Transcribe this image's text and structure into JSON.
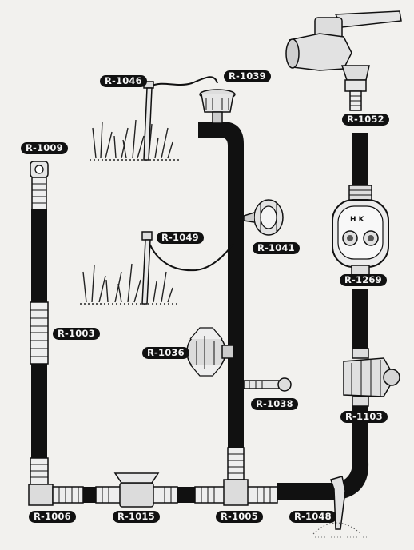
{
  "diagram": {
    "part_labels": {
      "r1046": "R-1046",
      "r1039": "R-1039",
      "r1052": "R-1052",
      "r1009": "R-1009",
      "r1041": "R-1041",
      "r1049": "R-1049",
      "r1269": "R-1269",
      "r1003": "R-1003",
      "r1036": "R-1036",
      "r1038": "R-1038",
      "r1103": "R-1103",
      "r1006": "R-1006",
      "r1015": "R-1015",
      "r1005": "R-1005",
      "r1048": "R-1048"
    },
    "timer_brand": "H K"
  }
}
